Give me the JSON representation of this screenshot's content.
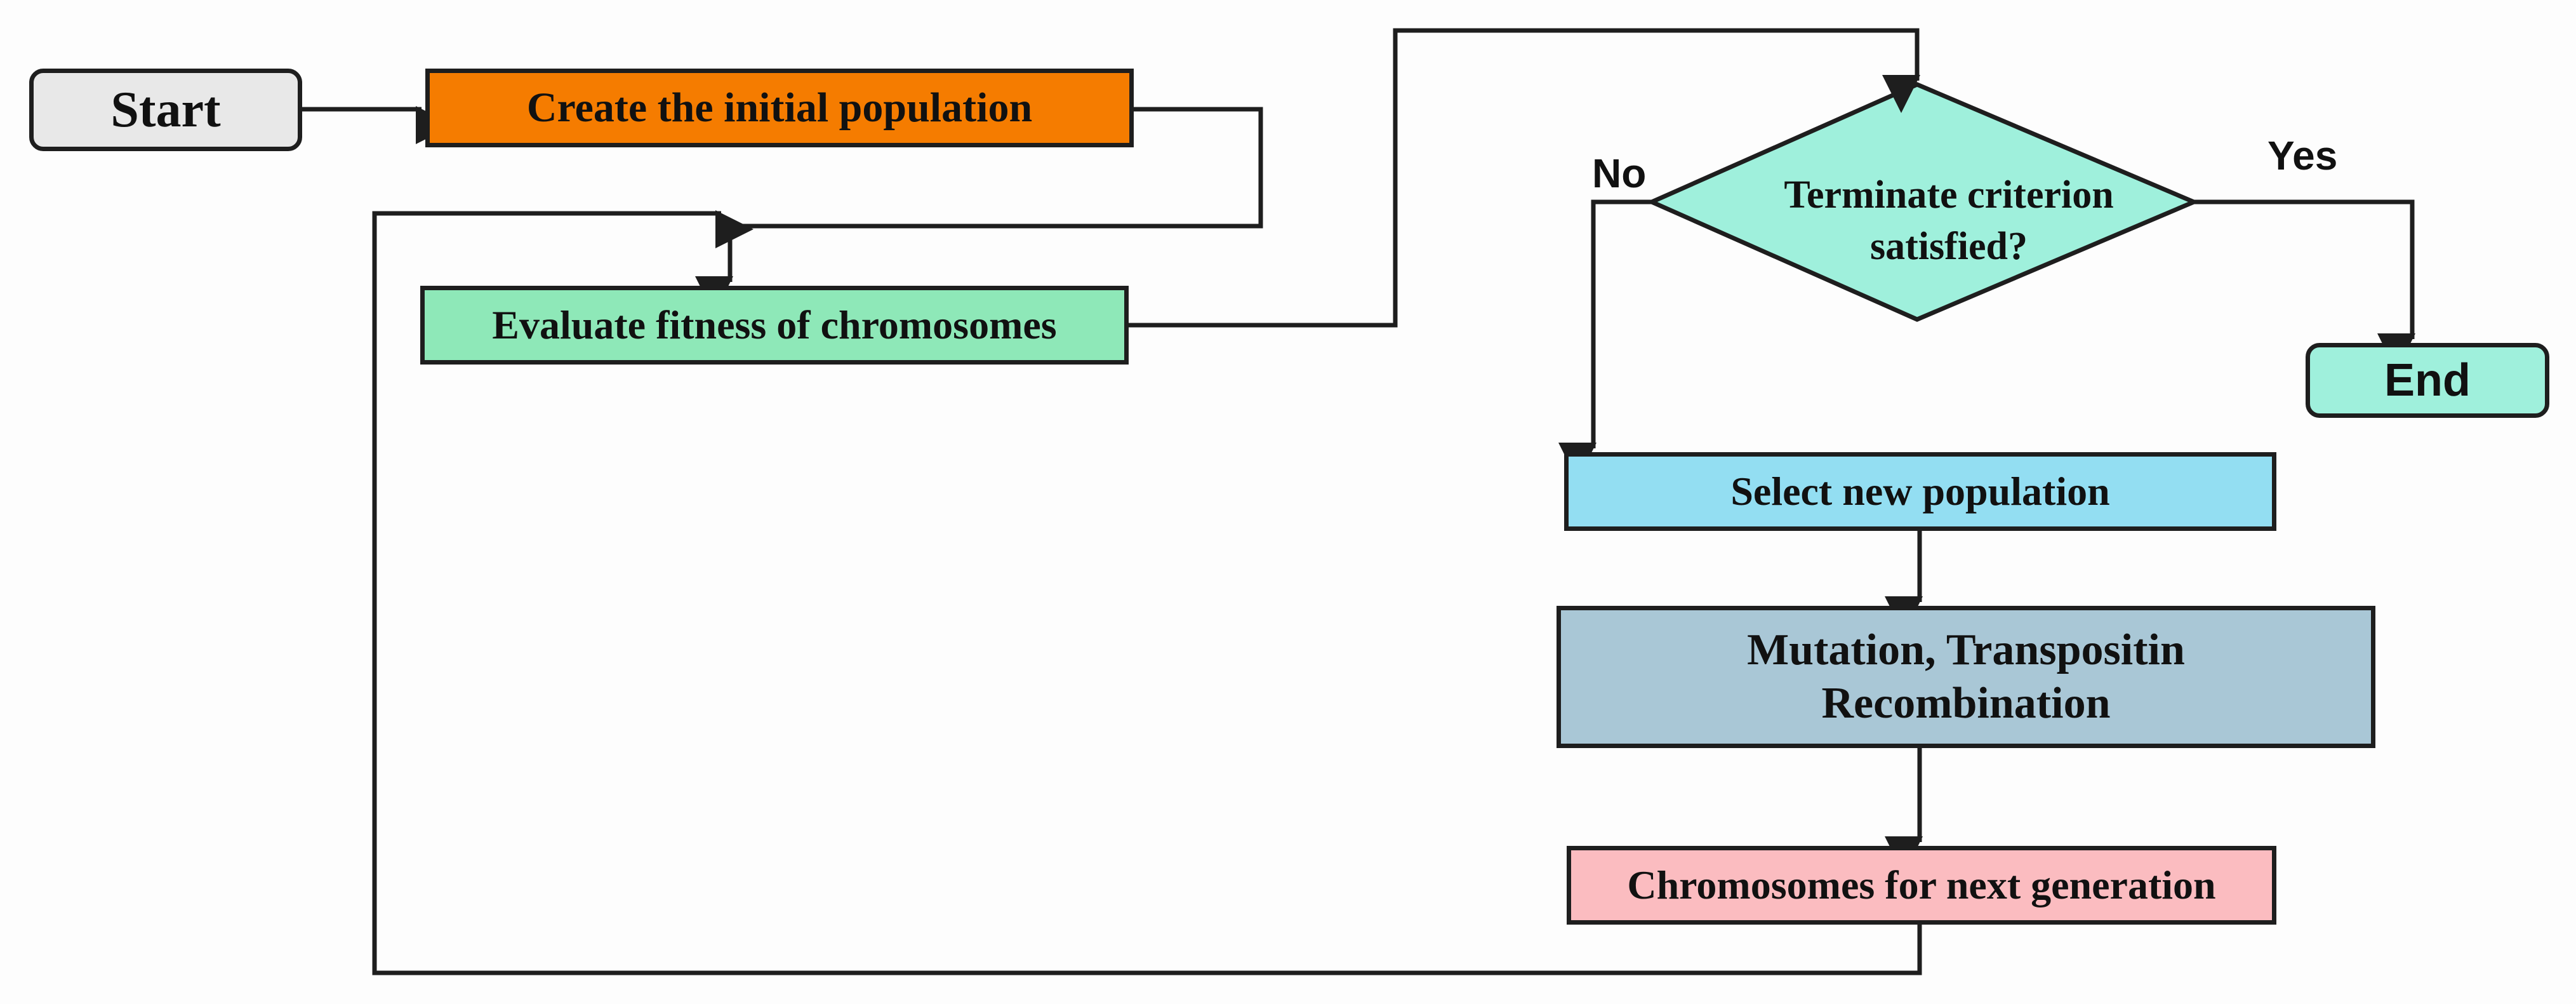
{
  "colors": {
    "start": "#e8e8e8",
    "create": "#f57c00",
    "evaluate": "#8ee8b8",
    "decision": "#9ff0dc",
    "end": "#9ff0dc",
    "select": "#93def2",
    "mutation": "#a9c7d6",
    "next": "#fbbcc0",
    "stroke": "#1e1e1e"
  },
  "nodes": {
    "start": "Start",
    "create": "Create the initial population",
    "evaluate": "Evaluate fitness of chromosomes",
    "decision": {
      "line1": "Terminate criterion",
      "line2": "satisfied?"
    },
    "end": "End",
    "select": "Select new population",
    "mutation": {
      "line1": "Mutation, Transpositin",
      "line2": "Recombination"
    },
    "next": "Chromosomes for next generation"
  },
  "edge_labels": {
    "no": "No",
    "yes": "Yes"
  }
}
